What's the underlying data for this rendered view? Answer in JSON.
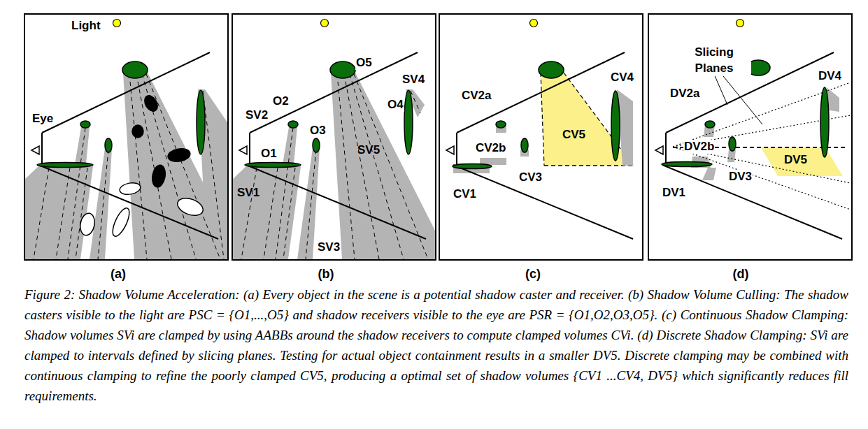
{
  "diagram": {
    "caption": "Figure 2: Shadow Volume Acceleration: (a) Every object in the scene is a potential shadow caster and receiver. (b) Shadow Volume Culling: The shadow casters visible to the light are PSC = {O1,...,O5} and shadow receivers visible to the eye are PSR = {O1,O2,O3,O5}. (c) Continuous Shadow Clamping: Shadow volumes SVi are clamped by using AABBs around the shadow receivers to compute clamped volumes CVi. (d) Discrete Shadow Clamping: SVi are clamped to intervals defined by slicing planes. Testing for actual object containment results in a smaller DV5. Discrete clamping may be combined with continuous clamping to refine the poorly clamped CV5, producing a optimal set of shadow volumes {CV1 ...CV4, DV5} which significantly reduces fill requirements.",
    "labels": [
      "Light",
      "Eye",
      "O5",
      "SV4",
      "O4",
      "O2",
      "SV2",
      "O3",
      "SV5",
      "O1",
      "SV1",
      "SV3",
      "CV2a",
      "CV4",
      "CV2b",
      "CV5",
      "CV3",
      "CV1",
      "Slicing Planes",
      "DV2a",
      "DV4",
      "DV2b",
      "DV5",
      "DV3",
      "DV1",
      "(a)",
      "(b)",
      "(c)",
      "(d)"
    ]
  }
}
